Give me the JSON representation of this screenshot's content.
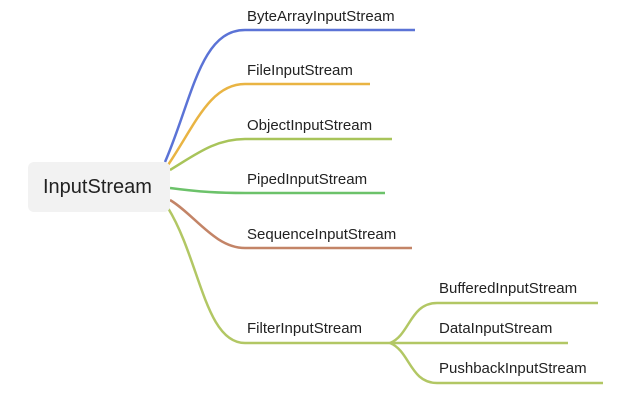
{
  "root": {
    "label": "InputStream",
    "branches": [
      {
        "id": "byte-array",
        "label": "ByteArrayInputStream",
        "color": "#5b73d6"
      },
      {
        "id": "file",
        "label": "FileInputStream",
        "color": "#e9b443"
      },
      {
        "id": "object",
        "label": "ObjectInputStream",
        "color": "#a8c45a"
      },
      {
        "id": "piped",
        "label": "PipedInputStream",
        "color": "#6cc26a"
      },
      {
        "id": "sequence",
        "label": "SequenceInputStream",
        "color": "#c38467"
      },
      {
        "id": "filter",
        "label": "FilterInputStream",
        "color": "#b2c764",
        "children": [
          {
            "id": "buffered",
            "label": "BufferedInputStream"
          },
          {
            "id": "data",
            "label": "DataInputStream"
          },
          {
            "id": "pushback",
            "label": "PushbackInputStream"
          }
        ]
      }
    ]
  }
}
